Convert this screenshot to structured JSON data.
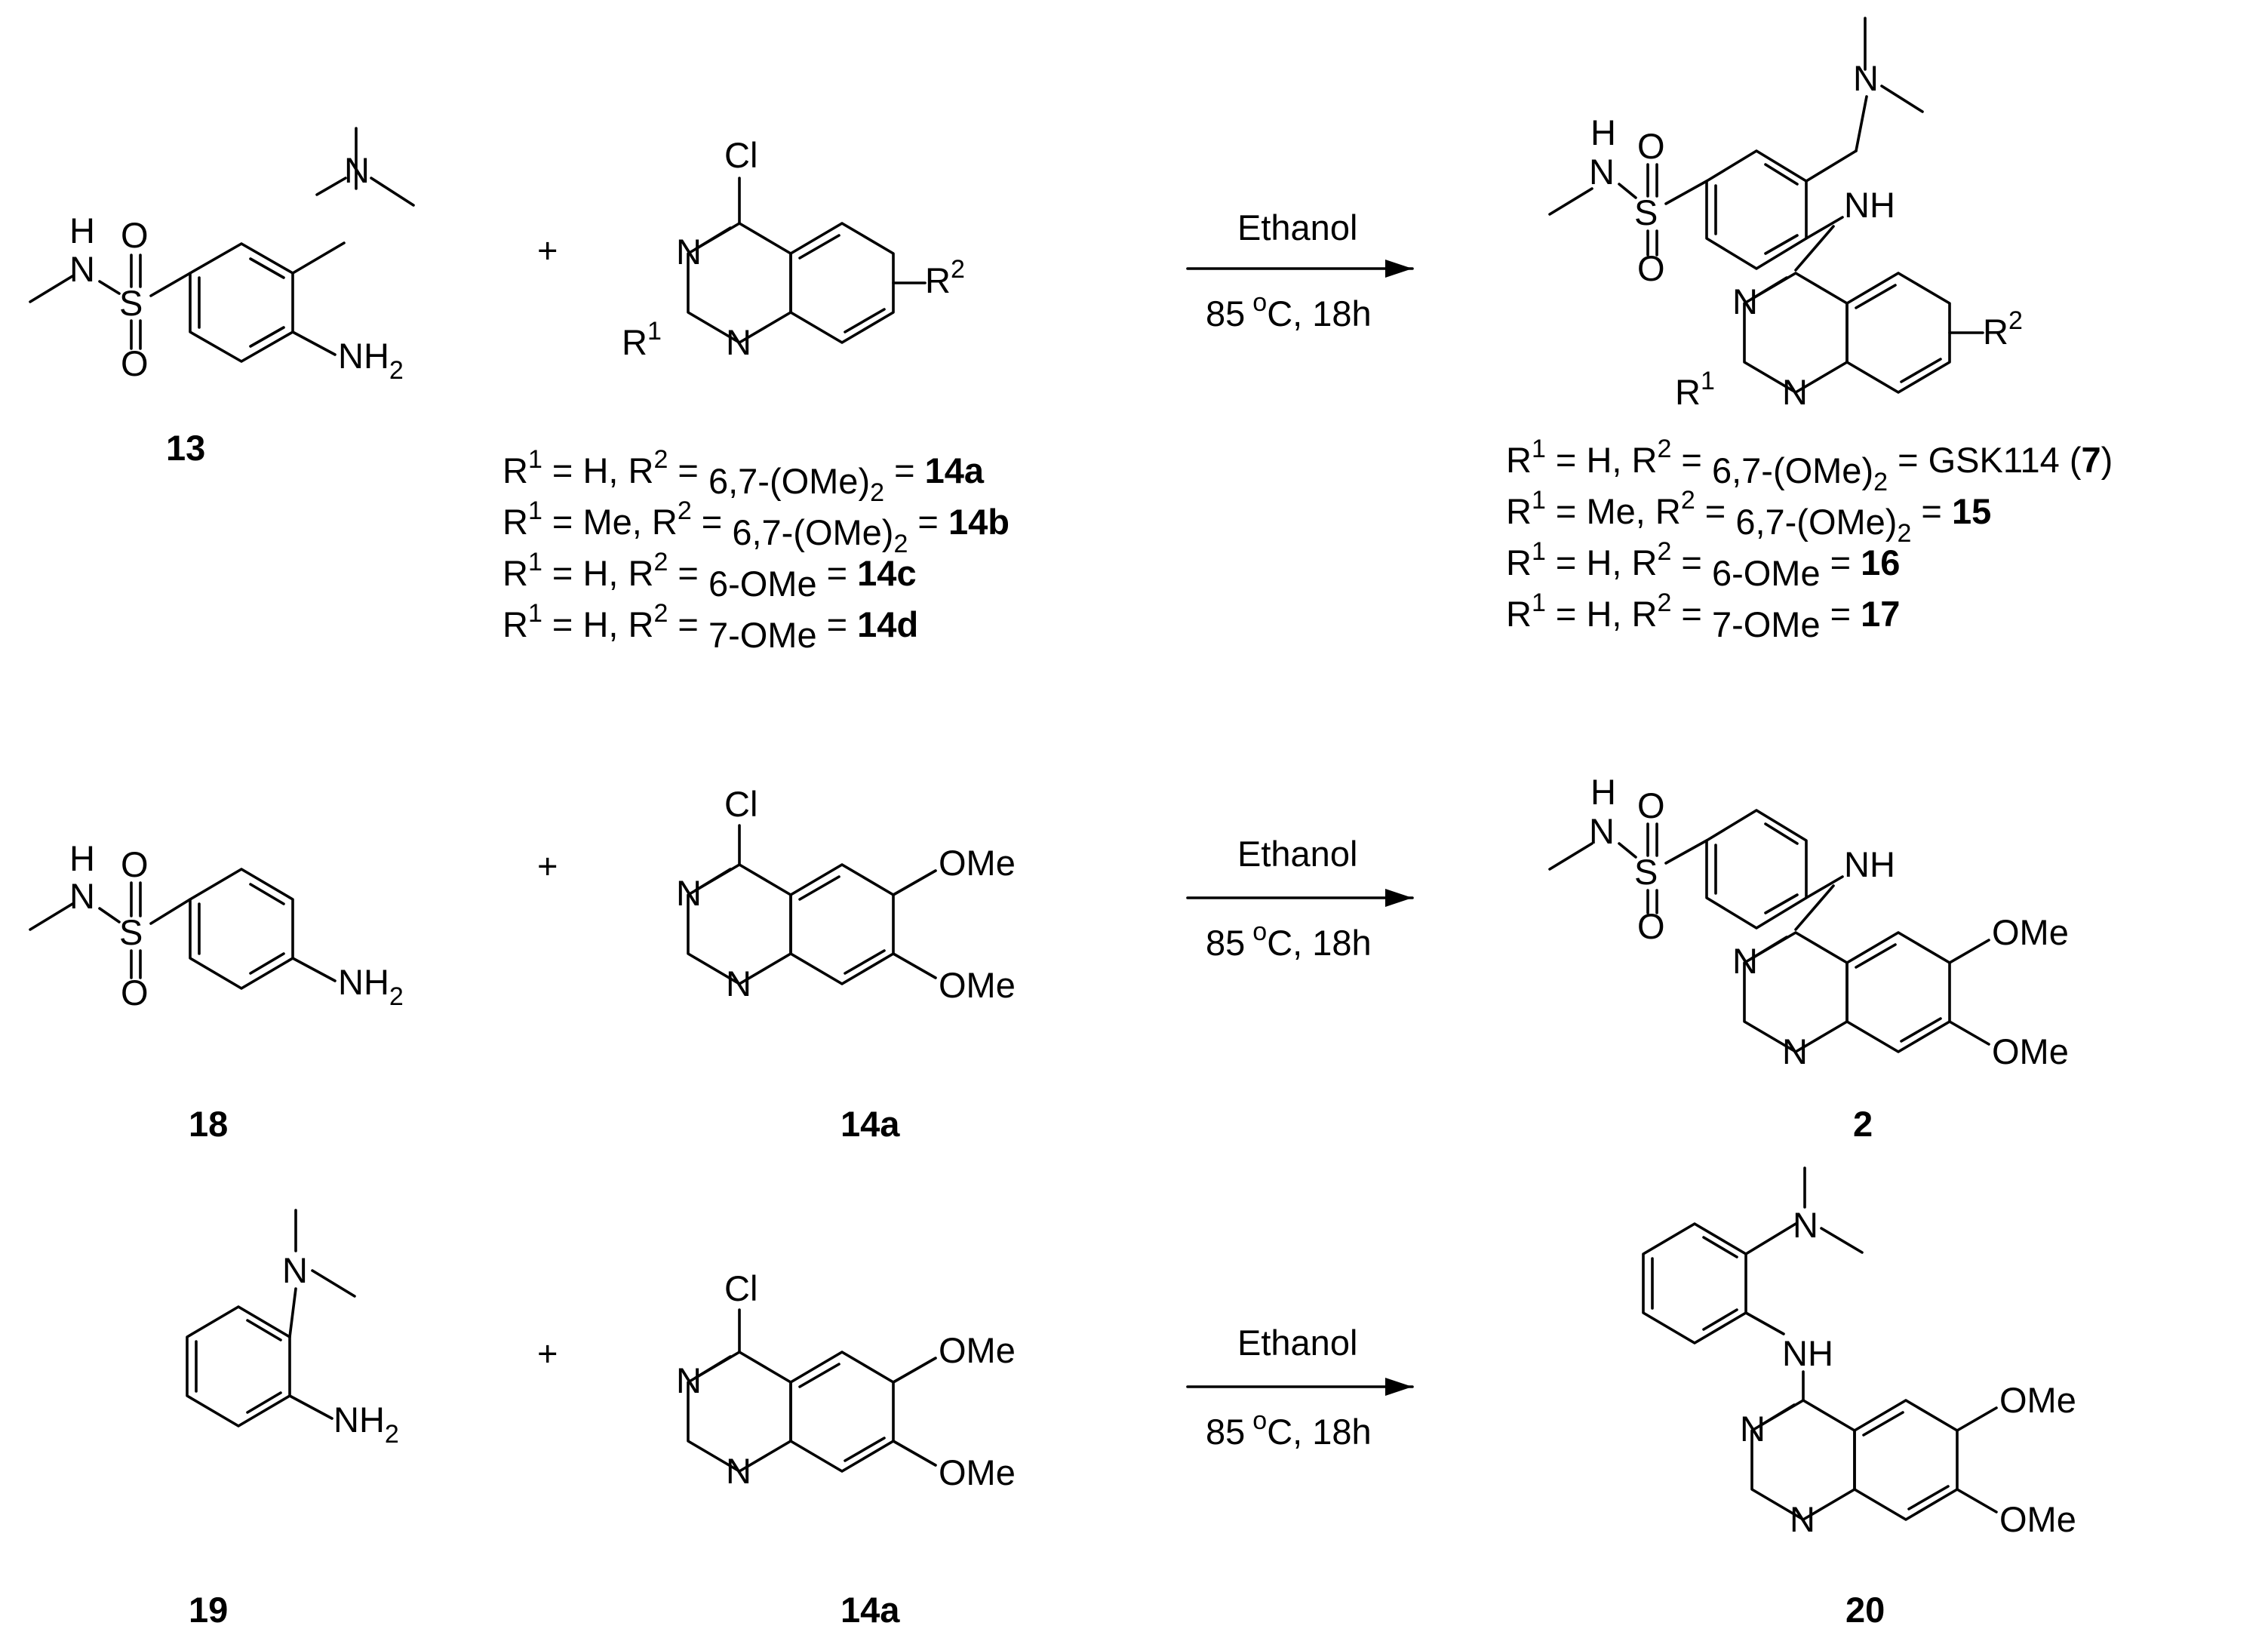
{
  "reactions": [
    {
      "conditions": {
        "solvent": "Ethanol",
        "temp_value": "85",
        "temp_unit_sup": "o",
        "temp_unit": "C, 18h"
      },
      "reactant1": {
        "label": "13",
        "atoms": {
          "nh": "H",
          "n": "N",
          "s": "S",
          "o": "O",
          "nh2": "NH",
          "nh2_sub": "2",
          "nme2": "N"
        }
      },
      "reactant2": {
        "atoms": {
          "cl": "Cl",
          "n": "N",
          "r1": "R",
          "r1_sup": "1",
          "r2": "R",
          "r2_sup": "2"
        }
      },
      "product": {
        "atoms": {
          "nh": "H",
          "n": "N",
          "s": "S",
          "o": "O",
          "nh_link": "NH",
          "nme2": "N",
          "r1": "R",
          "r1_sup": "1",
          "r2": "R",
          "r2_sup": "2"
        }
      },
      "reactant_variants": [
        {
          "r1": "H",
          "r2": "6,7-(OMe)",
          "r2_sub": "2",
          "label": "14a"
        },
        {
          "r1": "Me",
          "r2": "6,7-(OMe)",
          "r2_sub": "2",
          "label": "14b"
        },
        {
          "r1": "H",
          "r2": "6-OMe",
          "r2_sub": "",
          "label": "14c"
        },
        {
          "r1": "H",
          "r2": "7-OMe",
          "r2_sub": "",
          "label": "14d"
        }
      ],
      "product_variants": [
        {
          "r1": "H",
          "r2": "6,7-(OMe)",
          "r2_sub": "2",
          "name": "GSK114 (",
          "label": "7",
          "close": ")"
        },
        {
          "r1": "Me",
          "r2": "6,7-(OMe)",
          "r2_sub": "2",
          "name": "",
          "label": "15",
          "close": ""
        },
        {
          "r1": "H",
          "r2": "6-OMe",
          "r2_sub": "",
          "name": "",
          "label": "16",
          "close": ""
        },
        {
          "r1": "H",
          "r2": "7-OMe",
          "r2_sub": "",
          "name": "",
          "label": "17",
          "close": ""
        }
      ],
      "variant_text": {
        "r": "R",
        "sup1": "1",
        "sup2": "2",
        "eq": "=",
        "comma": ","
      }
    },
    {
      "conditions": {
        "solvent": "Ethanol",
        "temp_value": "85",
        "temp_unit_sup": "o",
        "temp_unit": "C, 18h"
      },
      "reactant1": {
        "label": "18",
        "atoms": {
          "nh": "H",
          "n": "N",
          "s": "S",
          "o": "O",
          "nh2": "NH",
          "nh2_sub": "2"
        }
      },
      "reactant2": {
        "label": "14a",
        "atoms": {
          "cl": "Cl",
          "n": "N",
          "ome": "OMe"
        }
      },
      "product": {
        "label": "2",
        "atoms": {
          "nh": "H",
          "n": "N",
          "s": "S",
          "o": "O",
          "nh_link": "NH",
          "ome": "OMe"
        }
      }
    },
    {
      "conditions": {
        "solvent": "Ethanol",
        "temp_value": "85",
        "temp_unit_sup": "o",
        "temp_unit": "C, 18h"
      },
      "reactant1": {
        "label": "19",
        "atoms": {
          "n": "N",
          "nh2": "NH",
          "nh2_sub": "2"
        }
      },
      "reactant2": {
        "label": "14a",
        "atoms": {
          "cl": "Cl",
          "n": "N",
          "ome": "OMe"
        }
      },
      "product": {
        "label": "20",
        "atoms": {
          "n": "N",
          "nh_link": "NH",
          "ome": "OMe"
        }
      }
    }
  ],
  "plus_sign": "+"
}
